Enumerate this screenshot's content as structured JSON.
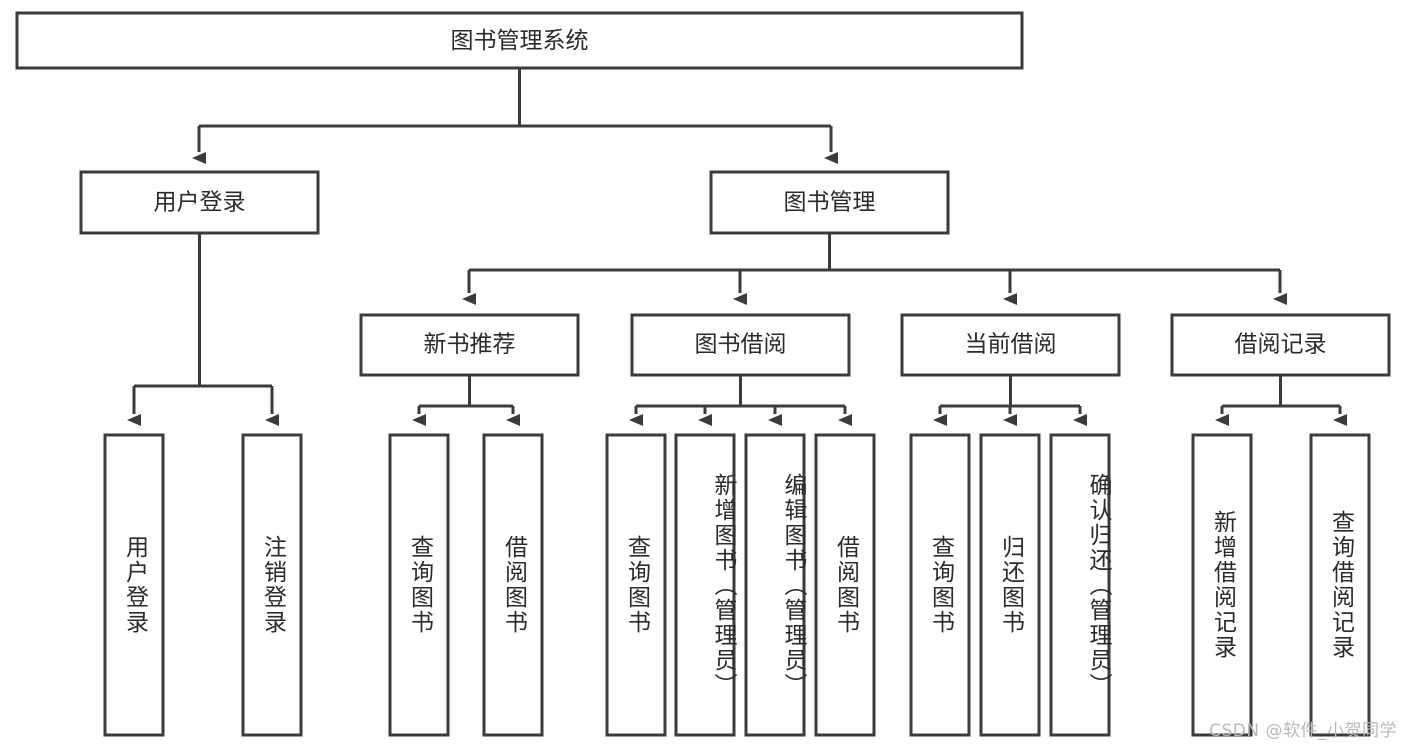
{
  "diagram": {
    "title": "图书管理系统",
    "type": "tree-hierarchy",
    "watermark": "CSDN @软件_小贺同学",
    "colors": {
      "box_border": "#3b3b3b",
      "box_fill": "#ffffff",
      "text": "#2b2b2b",
      "watermark": "#b9b9b9",
      "background": "#ffffff"
    },
    "root": {
      "label": "图书管理系统"
    },
    "level2": [
      {
        "label": "用户登录"
      },
      {
        "label": "图书管理"
      }
    ],
    "level3": [
      {
        "label": "新书推荐"
      },
      {
        "label": "图书借阅"
      },
      {
        "label": "当前借阅"
      },
      {
        "label": "借阅记录"
      }
    ],
    "leaves": {
      "user_login": [
        {
          "label": "用户登录"
        },
        {
          "label": "注销登录"
        }
      ],
      "new_book_recommend": [
        {
          "label": "查询图书"
        },
        {
          "label": "借阅图书"
        }
      ],
      "book_borrow": [
        {
          "label": "查询图书"
        },
        {
          "label": "新增图书（管理员）"
        },
        {
          "label": "编辑图书（管理员）"
        },
        {
          "label": "借阅图书"
        }
      ],
      "current_borrow": [
        {
          "label": "查询图书"
        },
        {
          "label": "归还图书"
        },
        {
          "label": "确认归还（管理员）"
        }
      ],
      "borrow_records": [
        {
          "label": "新增借阅记录"
        },
        {
          "label": "查询借阅记录"
        }
      ]
    }
  }
}
